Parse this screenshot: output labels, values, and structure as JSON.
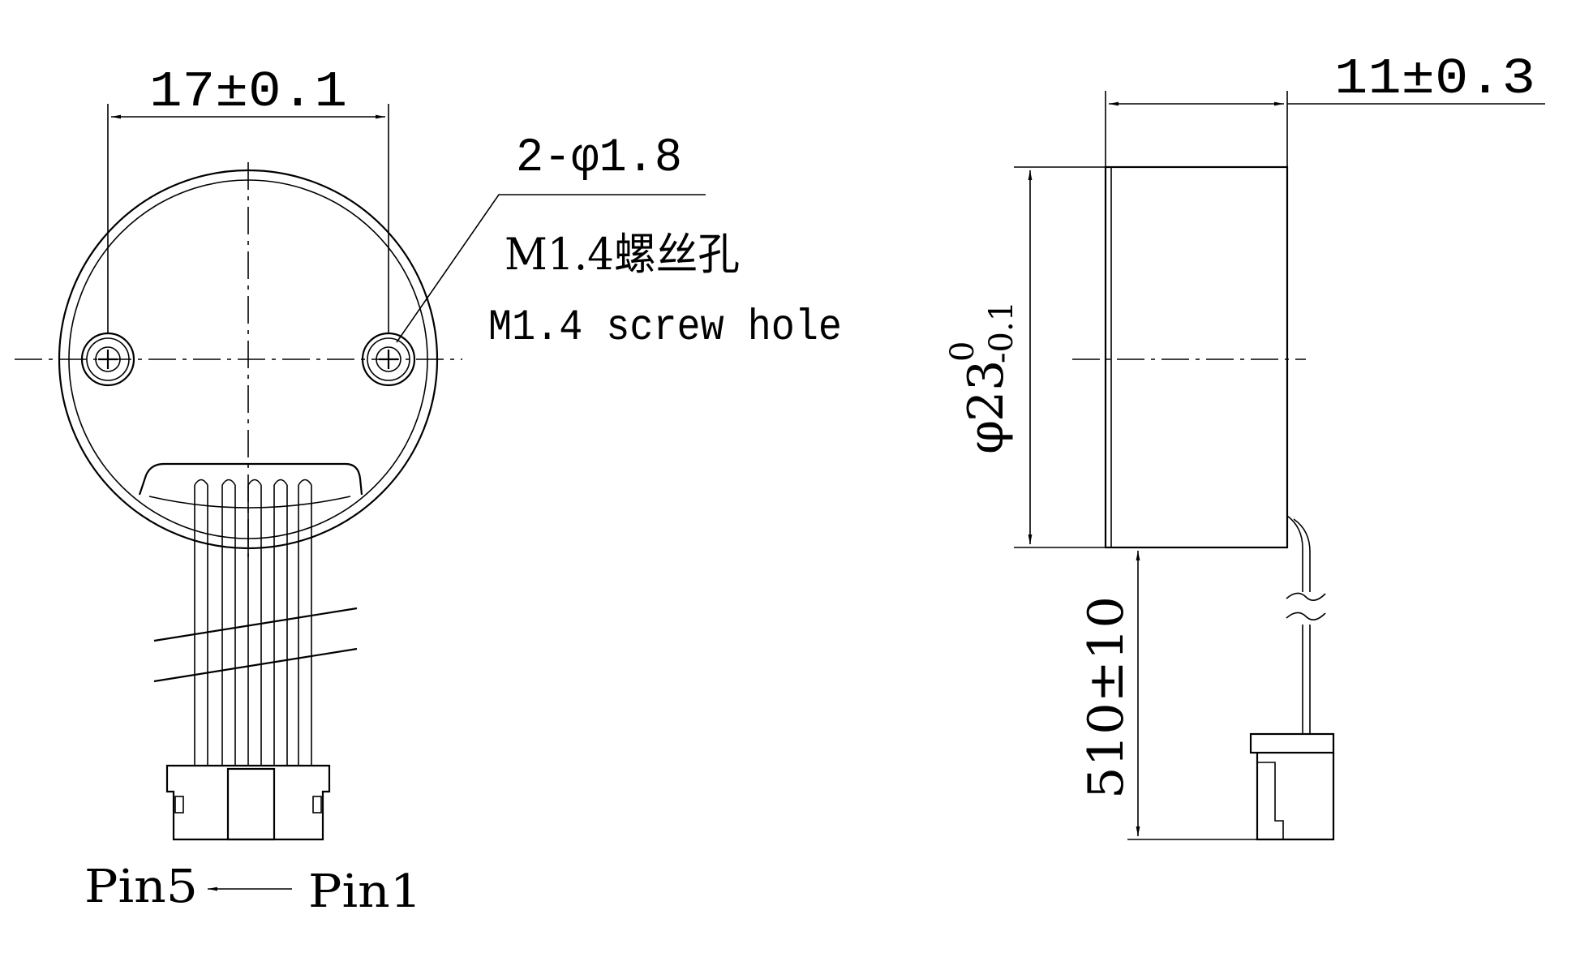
{
  "labels": {
    "top_width": "17±0.1",
    "hole_count": "2-φ1.8",
    "hole_cn": "M1.4螺丝孔",
    "hole_en": "M1.4 screw hole",
    "pin_left": "Pin5",
    "pin_right": "Pin1",
    "depth": "11±0.3",
    "diameter_symbol": "φ",
    "diameter_nominal": "23",
    "diameter_upper": "0",
    "diameter_lower": "-0.1",
    "cable_length": "510±10"
  },
  "colors": {
    "ink": "#000000",
    "paper": "#ffffff"
  }
}
